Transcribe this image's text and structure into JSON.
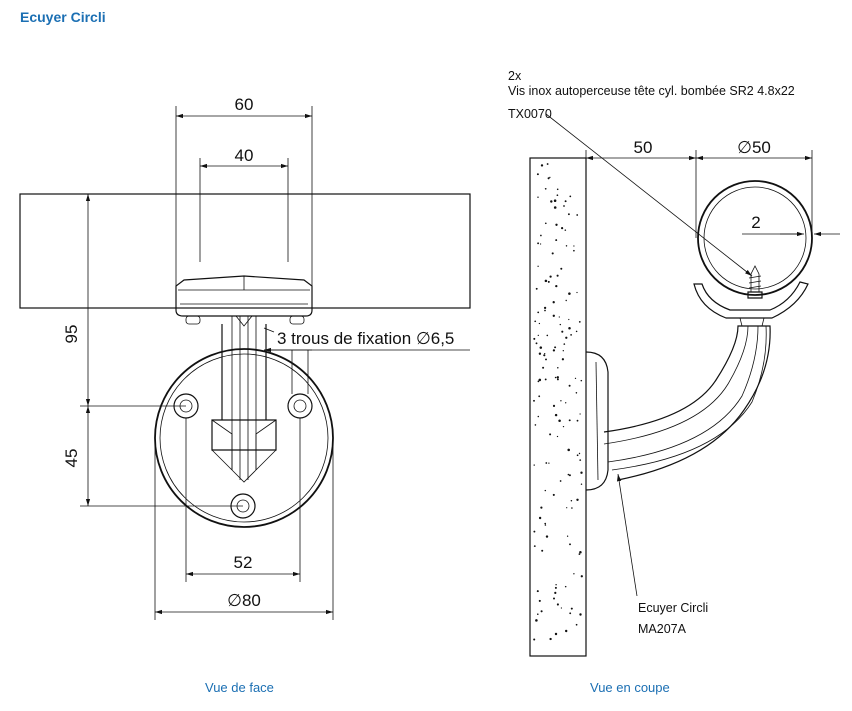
{
  "header": {
    "title": "Ecuyer Circli"
  },
  "front_view": {
    "caption": "Vue de face",
    "dim_60": "60",
    "dim_40": "40",
    "dim_95": "95",
    "dim_45": "45",
    "dim_52": "52",
    "dim_80": "80",
    "holes_label": "3 trous de fixation",
    "holes_value": "6,5"
  },
  "section_view": {
    "caption": "Vue en coupe",
    "screw_qty": "2x",
    "screw_desc": "Vis inox autoperceuse tête cyl. bombée SR2 4.8x22",
    "screw_ref": "TX0070",
    "dim_50": "50",
    "dim_dia50": "50",
    "dim_2": "2",
    "part_name": "Ecuyer Circli",
    "part_ref": "MA207A"
  },
  "symbols": {
    "diameter": "∅"
  },
  "colors": {
    "accent": "#1b6fb3",
    "line": "#111111"
  }
}
